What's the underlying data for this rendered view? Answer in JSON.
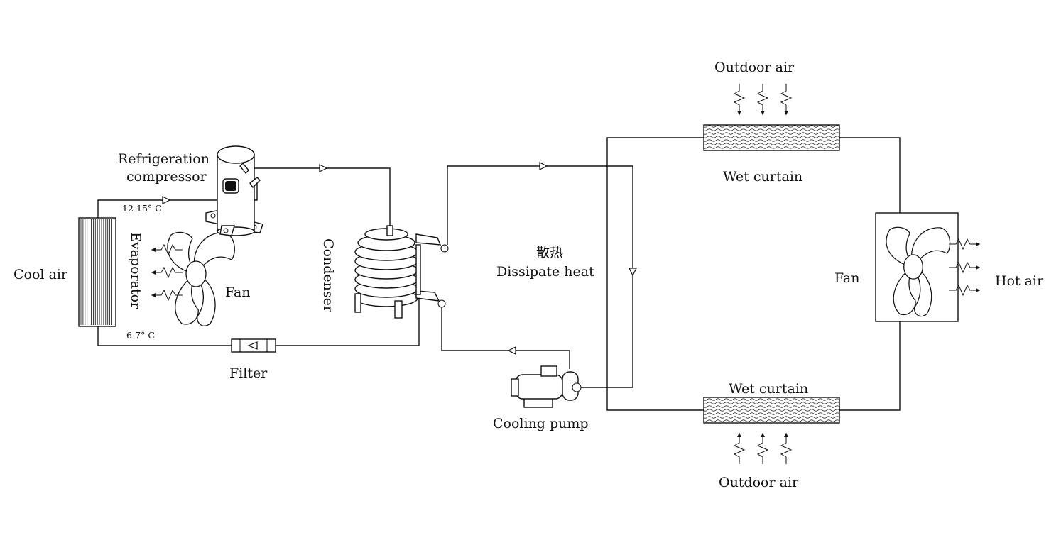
{
  "labels": {
    "refrigeration_compressor_line1": "Refrigeration",
    "refrigeration_compressor_line2": "compressor",
    "temp_high": "12-15° C",
    "temp_low": "6-7° C",
    "cool_air": "Cool air",
    "evaporator": "Evaporator",
    "fan_left": "Fan",
    "condenser": "Condenser",
    "filter": "Filter",
    "dissipate_heat_cn": "散热",
    "dissipate_heat": "Dissipate heat",
    "cooling_pump": "Cooling pump",
    "outdoor_air_top": "Outdoor air",
    "wet_curtain_top": "Wet curtain",
    "wet_curtain_bottom": "Wet curtain",
    "outdoor_air_bottom": "Outdoor air",
    "fan_right": "Fan",
    "hot_air": "Hot air"
  },
  "colors": {
    "line": "#111111",
    "background": "#ffffff"
  },
  "icons": [
    "compressor-icon",
    "evaporator-coil-icon",
    "fan-icon",
    "condenser-coil-icon",
    "filter-icon",
    "pump-icon",
    "wet-curtain-icon",
    "airflow-arrow-icon"
  ]
}
